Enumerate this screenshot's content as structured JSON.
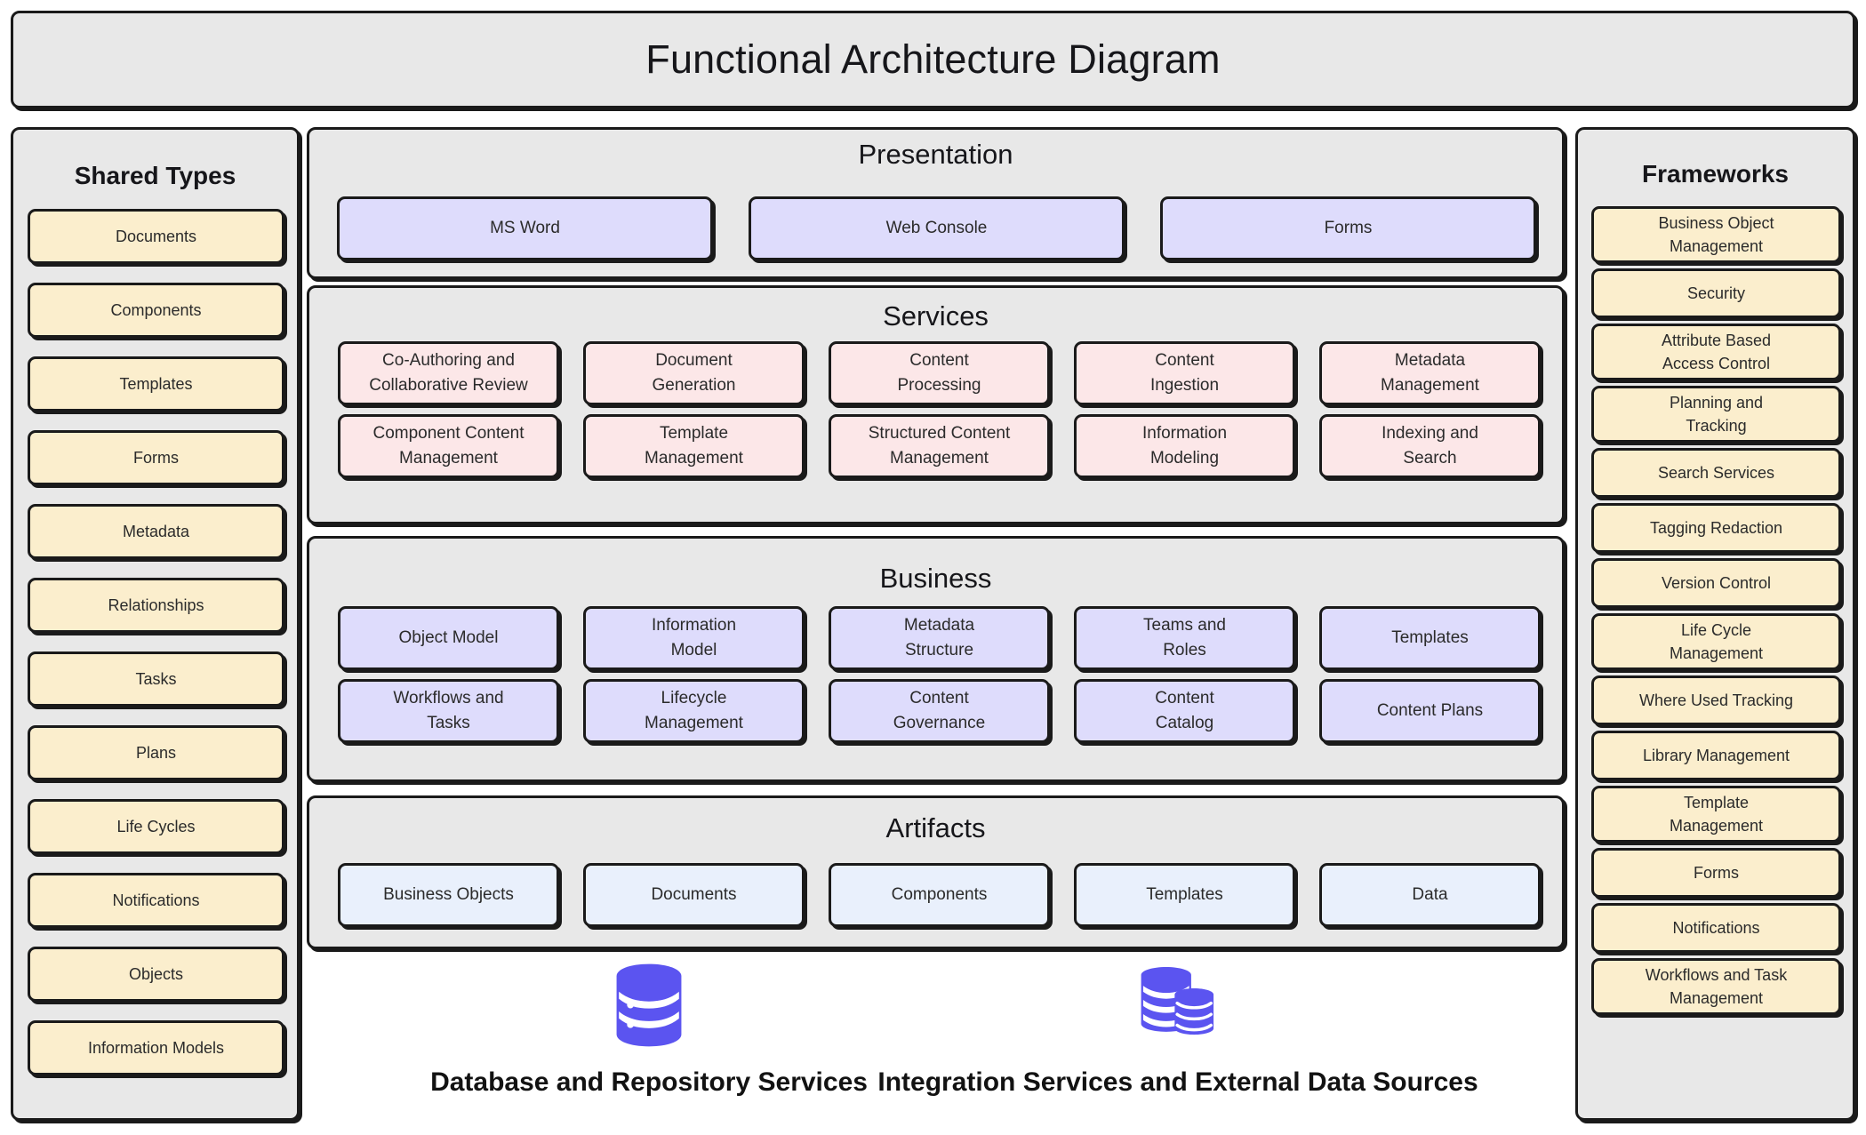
{
  "title": "Functional Architecture Diagram",
  "colors": {
    "panel_bg": "#e8e8e8",
    "border": "#1a1a1a",
    "shared_types_node": "#fbeecd",
    "frameworks_node": "#fbeecd",
    "presentation_node": "#dedcfc",
    "services_node": "#fce7e8",
    "business_node": "#dedcfc",
    "artifacts_node": "#e9f0fc",
    "icon_blue": "#5b54f0"
  },
  "shared_types": {
    "title": "Shared Types",
    "items": [
      "Documents",
      "Components",
      "Templates",
      "Forms",
      "Metadata",
      "Relationships",
      "Tasks",
      "Plans",
      "Life Cycles",
      "Notifications",
      "Objects",
      "Information Models"
    ]
  },
  "frameworks": {
    "title": "Frameworks",
    "items": [
      "Business Object\nManagement",
      "Security",
      "Attribute Based\nAccess Control",
      "Planning and\nTracking",
      "Search Services",
      "Tagging Redaction",
      "Version Control",
      "Life Cycle\nManagement",
      "Where Used Tracking",
      "Library Management",
      "Template\nManagement",
      "Forms",
      "Notifications",
      "Workflows and Task\nManagement"
    ]
  },
  "layers": {
    "presentation": {
      "title": "Presentation",
      "items": [
        "MS Word",
        "Web Console",
        "Forms"
      ]
    },
    "services": {
      "title": "Services",
      "items": [
        "Co-Authoring and\nCollaborative Review",
        "Document\nGeneration",
        "Content\nProcessing",
        "Content\nIngestion",
        "Metadata\nManagement",
        "Component Content\nManagement",
        "Template\nManagement",
        "Structured Content\nManagement",
        "Information\nModeling",
        "Indexing and\nSearch"
      ]
    },
    "business": {
      "title": "Business",
      "items": [
        "Object Model",
        "Information\nModel",
        "Metadata\nStructure",
        "Teams and\nRoles",
        "Templates",
        "Workflows and\nTasks",
        "Lifecycle\nManagement",
        "Content\nGovernance",
        "Content\nCatalog",
        "Content Plans"
      ]
    },
    "artifacts": {
      "title": "Artifacts",
      "items": [
        "Business Objects",
        "Documents",
        "Components",
        "Templates",
        "Data"
      ]
    }
  },
  "bottom": {
    "database": {
      "label": "Database and Repository Services",
      "icon": "database-icon"
    },
    "integration": {
      "label": "Integration Services and External Data Sources",
      "icon": "multi-database-icon"
    }
  }
}
